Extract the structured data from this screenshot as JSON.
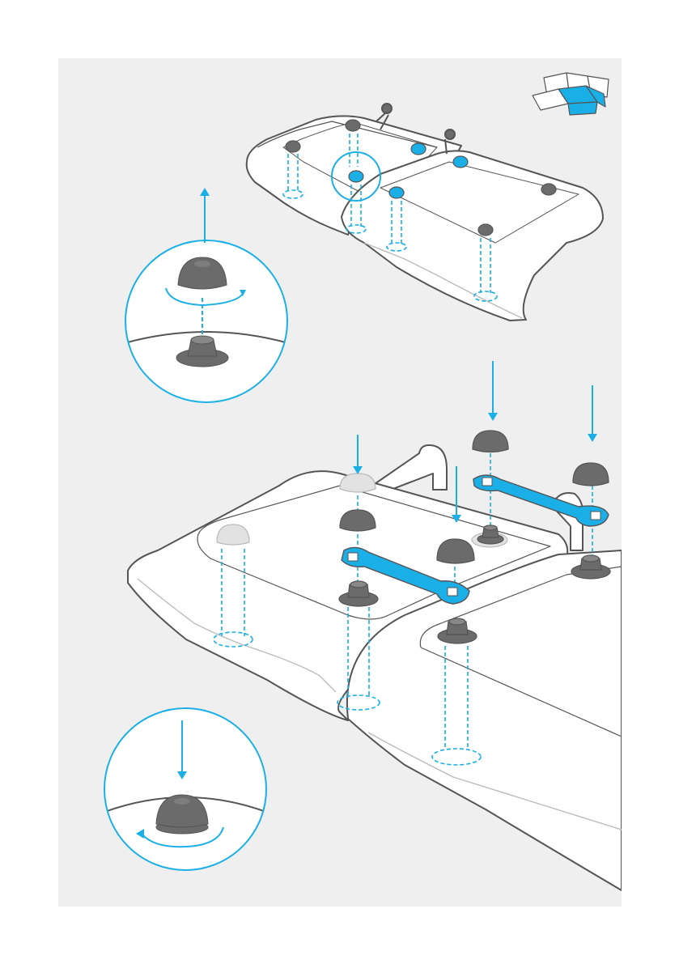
{
  "page": {
    "background": "#ffffff",
    "panel_background": "#efefef"
  },
  "colors": {
    "accent": "#1aafe6",
    "outline": "#555555",
    "cap_dark": "#6b6b6b",
    "cap_light": "#e2e2e2",
    "cushion_fill": "#ffffff"
  },
  "steps": [
    {
      "id": "remove-caps",
      "icons": [
        "cap-icon",
        "arrow-up-icon",
        "rotate-arrow-icon"
      ]
    },
    {
      "id": "attach-connector-plates",
      "icons": [
        "arrow-down-icon",
        "connector-plate-icon",
        "nut-icon",
        "cap-icon"
      ]
    },
    {
      "id": "refit-caps",
      "icons": [
        "arrow-down-icon",
        "rotate-arrow-icon",
        "cap-icon"
      ]
    }
  ],
  "thumbnail": {
    "icon": "sofa-modules-icon",
    "highlighted_modules": 2
  }
}
